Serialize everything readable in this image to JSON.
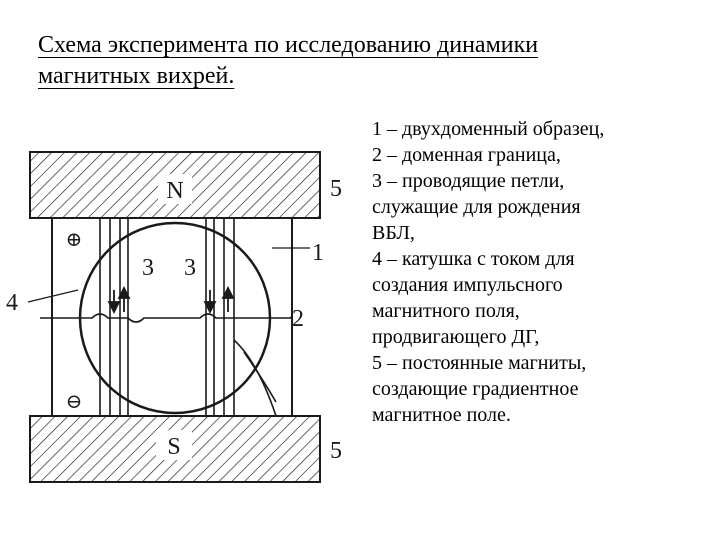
{
  "title": "Схема эксперимента по исследованию динамики\nмагнитных вихрей.",
  "legend": [
    "1 – двухдоменный образец,",
    "2 – доменная граница,",
    "3 – проводящие петли,",
    "служащие для рождения",
    "ВБЛ,",
    "4 – катушка с током для",
    "создания импульсного",
    "магнитного поля,",
    "продвигающего ДГ,",
    "5 – постоянные магниты,",
    "создающие градиентное",
    "магнитное поле."
  ],
  "diagram": {
    "magnet_top_label": "N",
    "magnet_bottom_label": "S",
    "sign_plus": "⊕",
    "sign_minus": "⊖",
    "callouts": {
      "sample": "1",
      "wall": "2",
      "loop_left": "3",
      "loop_right": "3",
      "coil": "4",
      "magnet_top": "5",
      "magnet_bottom": "5"
    },
    "colors": {
      "ink": "#1a1a1a",
      "background": "#ffffff"
    }
  }
}
